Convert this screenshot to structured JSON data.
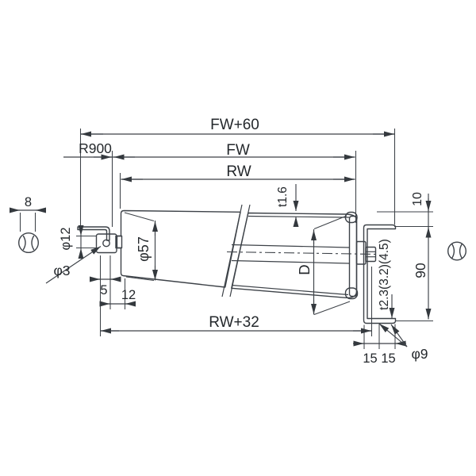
{
  "colors": {
    "line": "#3d4248",
    "text": "#24282c",
    "roller_fill": "#d6e4f0",
    "cap_fill": "#dde4eb",
    "metal_fill": "#eceff2",
    "block_fill": "#e4e9ee",
    "white": "#ffffff"
  },
  "labels": {
    "overall_width": "FW+60",
    "curve_radius": "R900",
    "frame_width": "FW",
    "roller_width": "RW",
    "tube_thickness": "t1.6",
    "roller_protrusion": "10",
    "frame_height": "90",
    "frame_thickness": "t2.3(3.2)(4.5)",
    "mount_hole_dia": "φ9",
    "hole_offset_1": "15",
    "hole_offset_2": "15",
    "overall_roller_length": "RW+32",
    "shaft_flats_width": "8",
    "shaft_dia": "φ12",
    "pin_hole_dia": "φ3",
    "roller_small_dia": "φ57",
    "roller_large_dia": "D",
    "pin_to_face": "5",
    "face_to_roller": "12"
  }
}
